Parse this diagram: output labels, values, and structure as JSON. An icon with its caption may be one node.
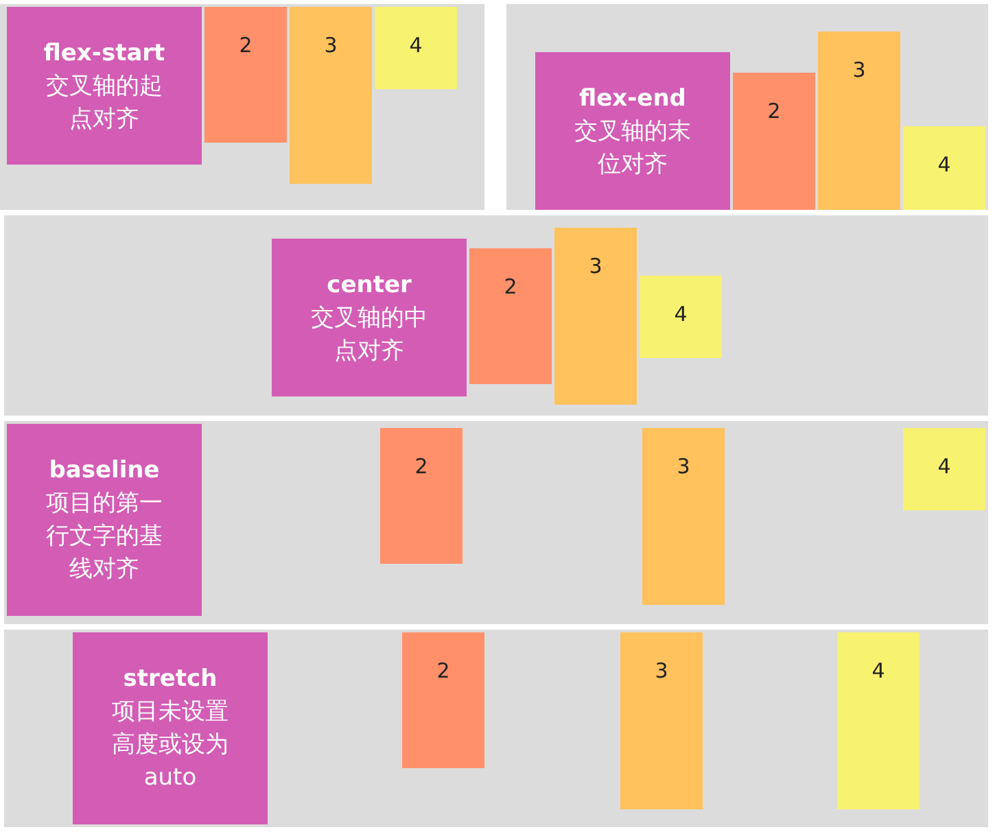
{
  "diagram": {
    "nodes": [
      {
        "text": [],
        "shape": "box"
      },
      {
        "text": [
          "flex-start",
          "交叉轴的起点对齐"
        ],
        "in": 0
      },
      {
        "text": [
          "2"
        ],
        "in": 0
      },
      {
        "text": [
          "3"
        ],
        "in": 0
      },
      {
        "text": [
          "4"
        ],
        "in": 0
      },
      {
        "text": [],
        "shape": "box"
      },
      {
        "text": [
          "flex-end",
          "交叉轴的末位对齐"
        ],
        "in": 5
      },
      {
        "text": [
          "2"
        ],
        "in": 5
      },
      {
        "text": [
          "3"
        ],
        "in": 5
      },
      {
        "text": [
          "4"
        ],
        "in": 5
      },
      {
        "text": [],
        "shape": "box"
      },
      {
        "text": [
          "center",
          "交叉轴的中点对齐"
        ],
        "in": 10
      },
      {
        "text": [
          "2"
        ],
        "in": 10
      },
      {
        "text": [
          "3"
        ],
        "in": 10
      },
      {
        "text": [
          "4"
        ],
        "in": 10
      },
      {
        "text": [],
        "shape": "box"
      },
      {
        "text": [
          "baseline",
          "项目的第一行文字的基线对齐"
        ],
        "in": 15
      },
      {
        "text": [
          "2"
        ],
        "in": 15
      },
      {
        "text": [
          "3"
        ],
        "in": 15
      },
      {
        "text": [
          "4"
        ],
        "in": 15
      },
      {
        "text": [],
        "shape": "box"
      },
      {
        "text": [
          "stretch",
          "项目未设置高度或设为auto"
        ],
        "in": 20
      },
      {
        "text": [
          "2"
        ],
        "in": 20
      },
      {
        "text": [
          "3"
        ],
        "in": 20
      },
      {
        "text": [
          "4"
        ],
        "in": 20
      }
    ]
  }
}
